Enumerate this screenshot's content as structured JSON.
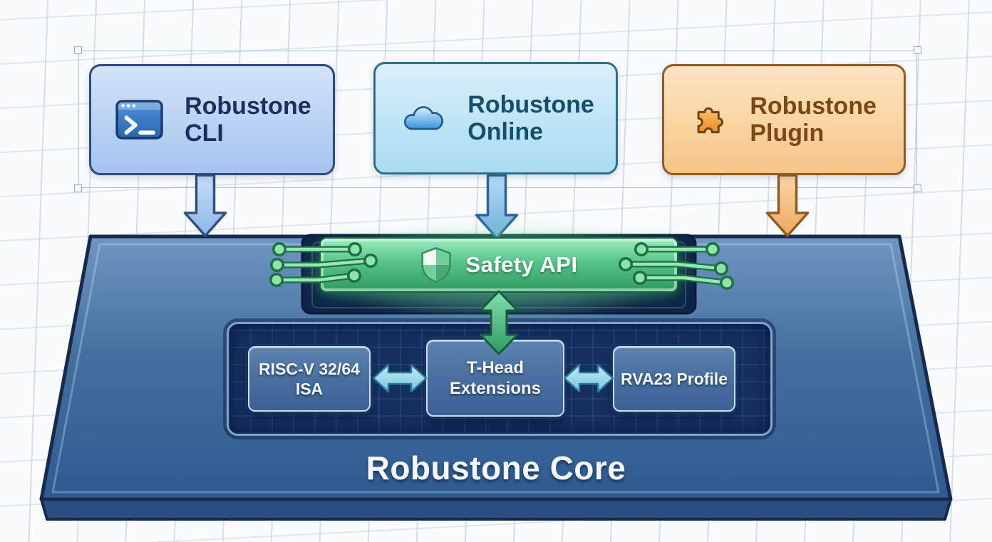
{
  "diagram": {
    "top_nodes": [
      {
        "id": "cli",
        "label": "Robustone CLI",
        "icon": "terminal-icon",
        "accent": "#2b4a7d"
      },
      {
        "id": "online",
        "label": "Robustone Online",
        "icon": "cloud-icon",
        "accent": "#2f6f86"
      },
      {
        "id": "plugin",
        "label": "Robustone Plugin",
        "icon": "puzzle-icon",
        "accent": "#8d5a28"
      }
    ],
    "safety_api": {
      "label": "Safety API",
      "icon": "shield-icon",
      "accent": "#3fae74"
    },
    "core_modules": [
      {
        "label": "RISC-V 32/64 ISA"
      },
      {
        "label": "T-Head Extensions"
      },
      {
        "label": "RVA23 Profile"
      }
    ],
    "platform": {
      "label": "Robustone Core",
      "accent": "#3c679b"
    }
  }
}
